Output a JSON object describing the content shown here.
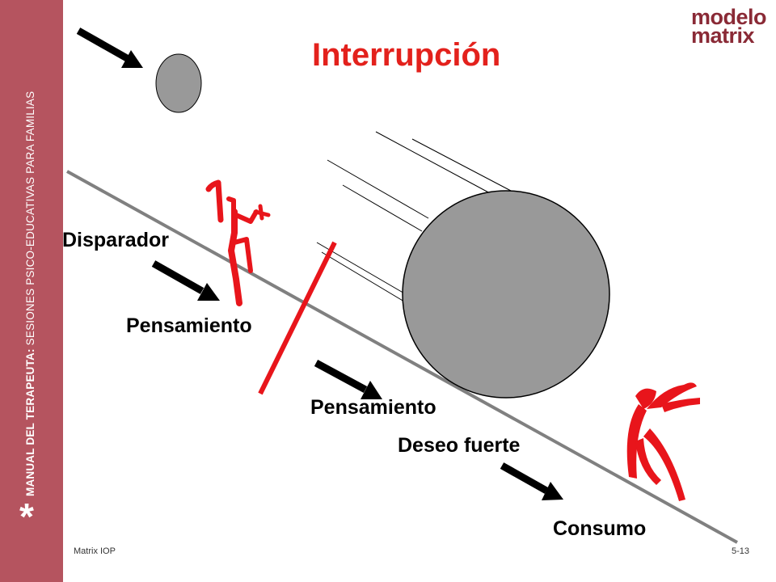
{
  "sidebar": {
    "bold_text": "MANUAL DEL TERAPEUTA:",
    "regular_text": "SESIONES PSICO-EDUCATIVAS PARA FAMILIAS",
    "asterisk": "*"
  },
  "logo": {
    "line1": "modelo",
    "line2": "matrix"
  },
  "title": "Interrupción",
  "labels": {
    "disparador": "Disparador",
    "pensamiento1": "Pensamiento",
    "pensamiento2": "Pensamiento",
    "deseo": "Deseo fuerte",
    "consumo": "Consumo"
  },
  "footer": {
    "left": "Matrix IOP",
    "right": "5-13"
  },
  "colors": {
    "sidebar": "#b5545f",
    "title": "#e3211c",
    "figure": "#e8151b",
    "boulder": "#999999",
    "slope": "#808080",
    "logo": "#8a2a36"
  },
  "icons": [
    "arrow-icon",
    "boulder-icon",
    "barrier-icon",
    "person-icon"
  ]
}
